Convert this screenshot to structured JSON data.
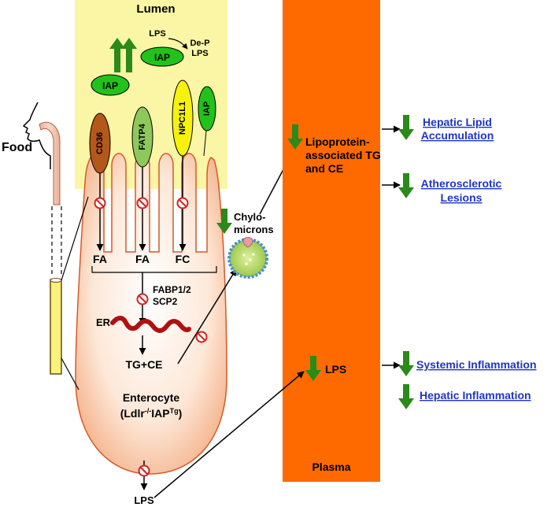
{
  "labels": {
    "lumen": "Lumen",
    "food": "Food",
    "lps_top": "LPS",
    "dep_line1": "De-P",
    "dep_line2": "LPS",
    "iap": "IAP",
    "cd36": "CD36",
    "fatp4": "FATP4",
    "npc1l1": "NPC1L1",
    "fa": "FA",
    "fc": "FC",
    "fabp_line1": "FABP1/2",
    "fabp_line2": "SCP2",
    "er": "ER",
    "tgce": "TG+CE",
    "entero_line1": "Enterocyte",
    "entero_line2_prefix": "(Ldlr",
    "entero_sup1": "-/-",
    "entero_mid": "IAP",
    "entero_sup2": "Tg",
    "entero_suffix": ")",
    "lps_bottom": "LPS",
    "chylo_line1": "Chylo-",
    "chylo_line2": "microns",
    "lipo_line1": "Lipoprotein-",
    "lipo_line2": "associated TG",
    "lipo_line3": "and CE",
    "lps_plasma": "LPS",
    "plasma": "Plasma"
  },
  "outcomes": {
    "hepatic_lipid_line1": "Hepatic Lipid",
    "hepatic_lipid_line2": "Accumulation",
    "athero_line1": "Atherosclerotic",
    "athero_line2": "Lesions",
    "systemic": "Systemic Inflammation",
    "hepatic_inflam": "Hepatic Inflammation"
  },
  "colors": {
    "lumen_bg": "#fbf6a6",
    "plasma_bar": "#ff6a00",
    "iap_green": "#22c21a",
    "cd36_brown": "#b3581a",
    "fatp4_green": "#8cc85a",
    "npc1l1_yellow": "#f6f20a",
    "arrow_green": "#2a8a1a",
    "link_blue": "#1f35c8",
    "inhibit_red": "#d42020",
    "er_red": "#b01010"
  }
}
